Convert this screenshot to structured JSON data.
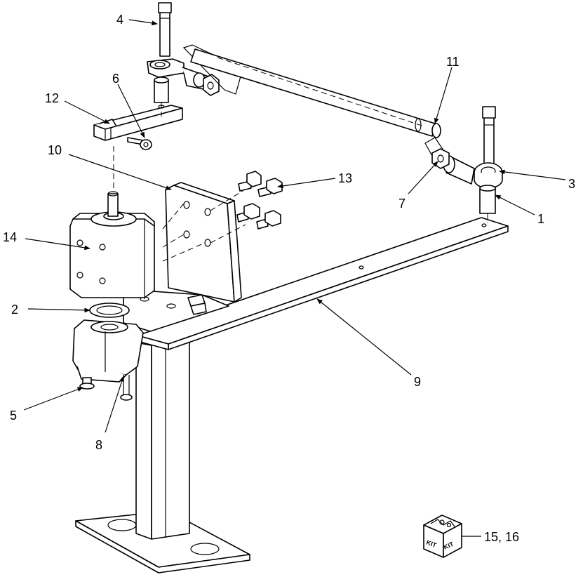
{
  "callouts": {
    "c1": "1",
    "c2": "2",
    "c3": "3",
    "c4": "4",
    "c5": "5",
    "c6": "6",
    "c7": "7",
    "c8": "8",
    "c9": "9",
    "c10": "10",
    "c11": "11",
    "c12": "12",
    "c13": "13",
    "c14": "14",
    "c15_16": "15, 16"
  },
  "kit_label": "KIT"
}
